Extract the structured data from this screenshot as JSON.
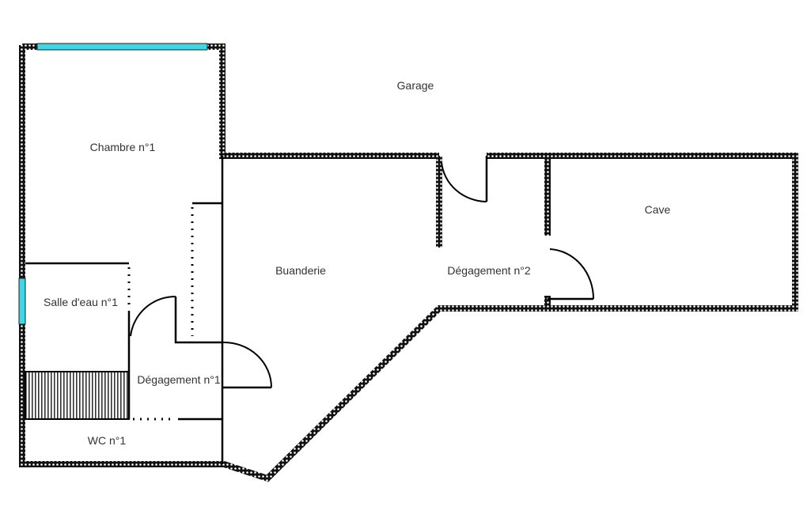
{
  "title": "Floor plan",
  "rooms": {
    "garage": "Garage",
    "chambre1": "Chambre n°1",
    "salle_eau1": "Salle d'eau n°1",
    "degagement1": "Dégagement n°1",
    "wc1": "WC n°1",
    "buanderie": "Buanderie",
    "degagement2": "Dégagement n°2",
    "cave": "Cave"
  },
  "colors": {
    "wall": "#000000",
    "window": "#3fd6e6",
    "line": "#000000"
  }
}
